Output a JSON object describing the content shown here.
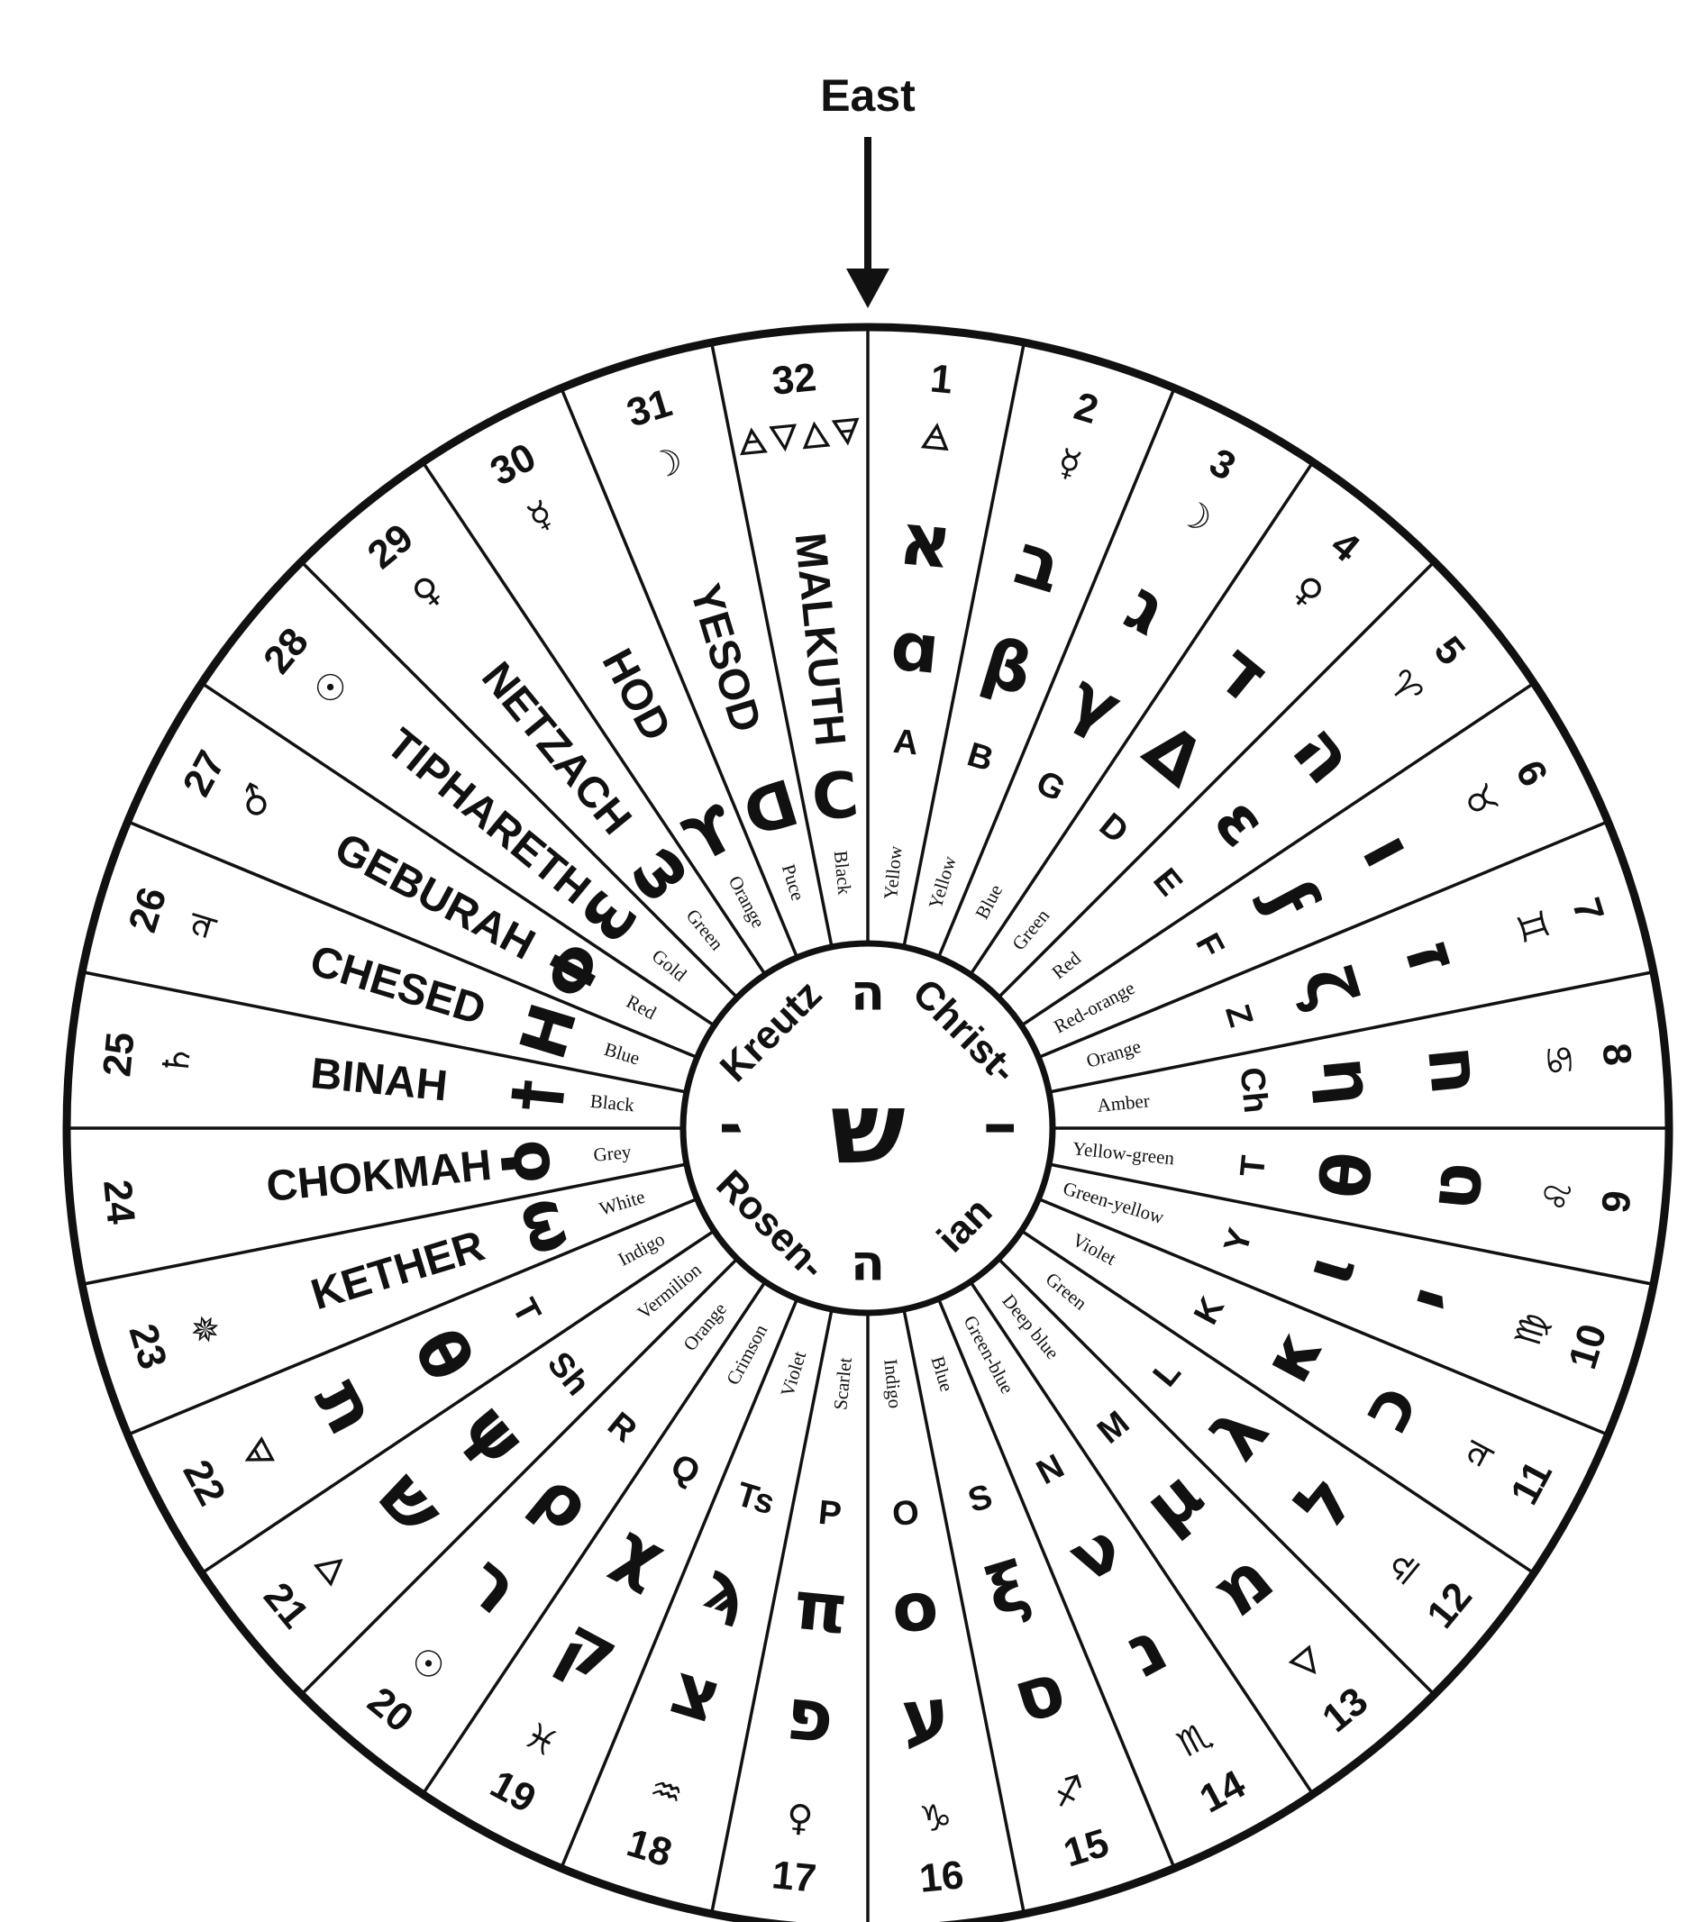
{
  "header": {
    "direction_label": "East"
  },
  "center": {
    "hebrew_letter": "ש",
    "ring_words": [
      "Rosen-",
      "Kreutz",
      "Christ-",
      "ian"
    ],
    "ring_letters": [
      "י",
      "ה",
      "ו",
      "ה"
    ]
  },
  "sectors": [
    {
      "number": "1",
      "symbol": "🜁",
      "hebrew": "א",
      "glyph": "ɑ",
      "latin": "A",
      "color": "Yellow",
      "sephirah": ""
    },
    {
      "number": "2",
      "symbol": "☿",
      "hebrew": "ב",
      "glyph": "β",
      "latin": "B",
      "color": "Yellow",
      "sephirah": ""
    },
    {
      "number": "3",
      "symbol": "☽",
      "hebrew": "ג",
      "glyph": "γ",
      "latin": "G",
      "color": "Blue",
      "sephirah": ""
    },
    {
      "number": "4",
      "symbol": "♀",
      "hebrew": "ד",
      "glyph": "Δ",
      "latin": "D",
      "color": "Green",
      "sephirah": ""
    },
    {
      "number": "5",
      "symbol": "♈",
      "hebrew": "ה",
      "glyph": "ε",
      "latin": "E",
      "color": "Red",
      "sephirah": ""
    },
    {
      "number": "6",
      "symbol": "♉",
      "hebrew": "ו",
      "glyph": "ϝ",
      "latin": "F",
      "color": "Red-orange",
      "sephirah": ""
    },
    {
      "number": "7",
      "symbol": "♊",
      "hebrew": "ז",
      "glyph": "ζ",
      "latin": "Z",
      "color": "Orange",
      "sephirah": ""
    },
    {
      "number": "8",
      "symbol": "♋",
      "hebrew": "ח",
      "glyph": "η",
      "latin": "Ch",
      "color": "Amber",
      "sephirah": ""
    },
    {
      "number": "9",
      "symbol": "♌",
      "hebrew": "ט",
      "glyph": "θ",
      "latin": "T",
      "color": "Yellow-green",
      "sephirah": ""
    },
    {
      "number": "10",
      "symbol": "♍",
      "hebrew": "י",
      "glyph": "ι",
      "latin": "Y",
      "color": "Green-yellow",
      "sephirah": ""
    },
    {
      "number": "11",
      "symbol": "♃",
      "hebrew": "כ",
      "glyph": "κ",
      "latin": "K",
      "color": "Violet",
      "sephirah": ""
    },
    {
      "number": "12",
      "symbol": "♎",
      "hebrew": "ל",
      "glyph": "λ",
      "latin": "L",
      "color": "Green",
      "sephirah": ""
    },
    {
      "number": "13",
      "symbol": "🜄",
      "hebrew": "מ",
      "glyph": "μ",
      "latin": "M",
      "color": "Deep blue",
      "sephirah": ""
    },
    {
      "number": "14",
      "symbol": "♏",
      "hebrew": "נ",
      "glyph": "ν",
      "latin": "N",
      "color": "Green-blue",
      "sephirah": ""
    },
    {
      "number": "15",
      "symbol": "♐",
      "hebrew": "ס",
      "glyph": "ξ",
      "latin": "S",
      "color": "Blue",
      "sephirah": ""
    },
    {
      "number": "16",
      "symbol": "♑",
      "hebrew": "ע",
      "glyph": "ο",
      "latin": "O",
      "color": "Indigo",
      "sephirah": ""
    },
    {
      "number": "17",
      "symbol": "♀",
      "hebrew": "פ",
      "glyph": "π",
      "latin": "P",
      "color": "Scarlet",
      "sephirah": ""
    },
    {
      "number": "18",
      "symbol": "♒",
      "hebrew": "צ",
      "glyph": "ϡ",
      "latin": "Ts",
      "color": "Violet",
      "sephirah": ""
    },
    {
      "number": "19",
      "symbol": "♓",
      "hebrew": "ק",
      "glyph": "χ",
      "latin": "Q",
      "color": "Crimson",
      "sephirah": ""
    },
    {
      "number": "20",
      "symbol": "☉",
      "hebrew": "ר",
      "glyph": "ρ",
      "latin": "R",
      "color": "Orange",
      "sephirah": ""
    },
    {
      "number": "21",
      "symbol": "🜂",
      "hebrew": "ש",
      "glyph": "ψ",
      "latin": "Sh",
      "color": "Vermilion",
      "sephirah": ""
    },
    {
      "number": "22",
      "symbol": "🜃",
      "hebrew": "ת",
      "glyph": "θ",
      "latin": "T",
      "color": "Indigo",
      "sephirah": ""
    },
    {
      "number": "23",
      "symbol": "✵",
      "hebrew": "",
      "glyph": "ω",
      "latin": "",
      "color": "White",
      "sephirah": "KETHER"
    },
    {
      "number": "24",
      "symbol": "",
      "hebrew": "",
      "glyph": "ϙ",
      "latin": "",
      "color": "Grey",
      "sephirah": "CHOKMAH"
    },
    {
      "number": "25",
      "symbol": "♄",
      "hebrew": "",
      "glyph": "†",
      "latin": "",
      "color": "Black",
      "sephirah": "BINAH"
    },
    {
      "number": "26",
      "symbol": "♃",
      "hebrew": "",
      "glyph": "H",
      "latin": "",
      "color": "Blue",
      "sephirah": "CHESED"
    },
    {
      "number": "27",
      "symbol": "♂",
      "hebrew": "",
      "glyph": "Φ",
      "latin": "",
      "color": "Red",
      "sephirah": "GEBURAH"
    },
    {
      "number": "28",
      "symbol": "☉",
      "hebrew": "",
      "glyph": "Ɛ",
      "latin": "",
      "color": "Gold",
      "sephirah": "TIPHARETH"
    },
    {
      "number": "29",
      "symbol": "♀",
      "hebrew": "",
      "glyph": "ω",
      "latin": "",
      "color": "Green",
      "sephirah": "NETZACH"
    },
    {
      "number": "30",
      "symbol": "☿",
      "hebrew": "",
      "glyph": "ϒ",
      "latin": "",
      "color": "Orange",
      "sephirah": "HOD"
    },
    {
      "number": "31",
      "symbol": "☽",
      "hebrew": "",
      "glyph": "ᗡ",
      "latin": "",
      "color": "Puce",
      "sephirah": "YESOD"
    },
    {
      "number": "32",
      "symbol": "🜁🜄🜂🜃",
      "hebrew": "",
      "glyph": "C",
      "latin": "",
      "color": "Black",
      "sephirah": "MALKUTH"
    }
  ],
  "palette": {
    "ink": "#111111",
    "paper": "#ffffff"
  }
}
